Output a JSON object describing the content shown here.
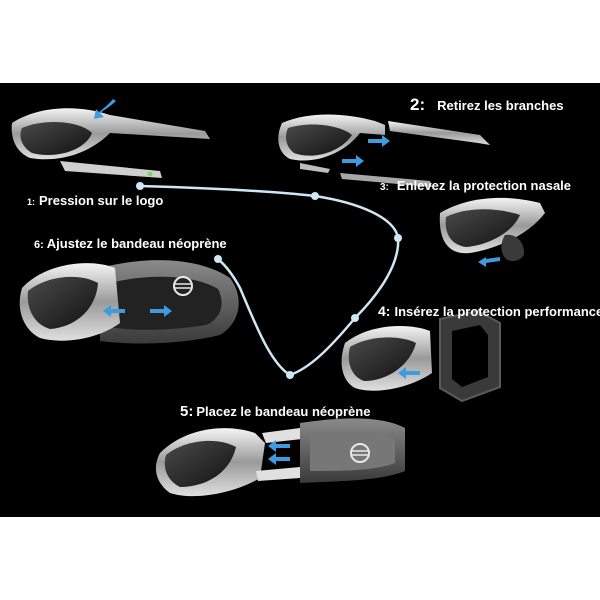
{
  "steps": [
    {
      "num": "1:",
      "text": "Pression sur le logo"
    },
    {
      "num": "2:",
      "text": "Retirez les branches"
    },
    {
      "num": "3:",
      "text": "Enlevez la protection nasale"
    },
    {
      "num": "4:",
      "text": "Insérez la protection performance"
    },
    {
      "num": "5:",
      "text": "Placez le bandeau néoprène"
    },
    {
      "num": "6:",
      "text": "Ajustez le bandeau néoprène"
    }
  ],
  "colors": {
    "background": "#000000",
    "text": "#ffffff",
    "path": "#cfe6f5",
    "arrow": "#3d9be0",
    "frame": "#d6d6d6",
    "lens": "#262626",
    "strap": "#5a5a5a"
  },
  "icons": [
    "press-arrow-icon",
    "direction-arrow-icon",
    "brand-logo-icon"
  ]
}
